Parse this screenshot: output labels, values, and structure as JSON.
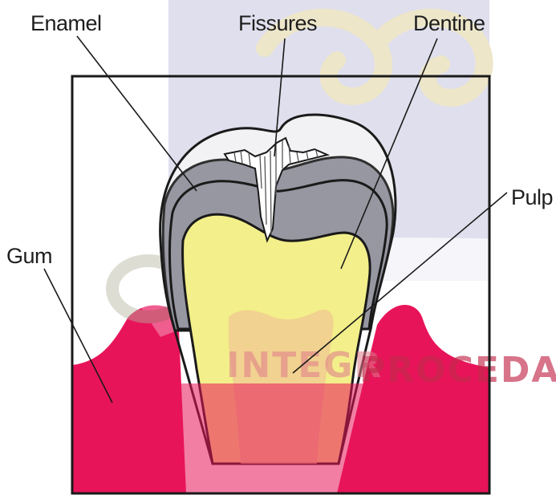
{
  "diagram": {
    "labels": {
      "enamel": "Enamel",
      "fissures": "Fissures",
      "dentine": "Dentine",
      "pulp": "Pulp",
      "gum": "Gum"
    },
    "watermark": {
      "text_left": "INTEGR",
      "text_right": "PROCEDAM"
    },
    "colors": {
      "gum": "#e8145a",
      "enamel": "#8e8e9a",
      "enamel_top": "#f2f2f4",
      "dentine": "#f3ef8a",
      "pulp": "#f0c891",
      "outline": "#1a1a1a",
      "watermark_band": "#c8c8e0"
    }
  }
}
